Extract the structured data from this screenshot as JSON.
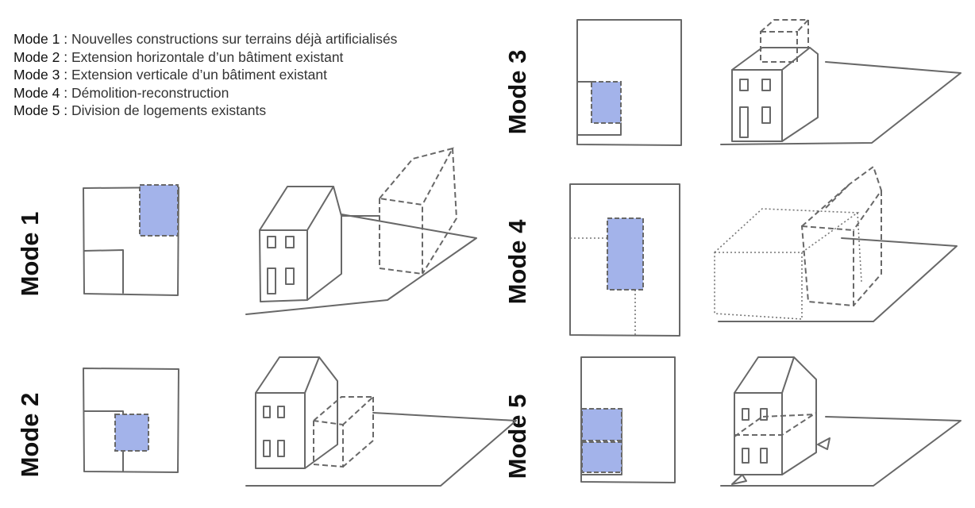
{
  "legend": [
    {
      "mode": "Mode 1 :",
      "description": "Nouvelles constructions sur terrains déjà artificialisés"
    },
    {
      "mode": "Mode 2 :",
      "description": "Extension horizontale d’un bâtiment existant"
    },
    {
      "mode": "Mode 3 :",
      "description": "Extension verticale d’un bâtiment existant"
    },
    {
      "mode": "Mode 4 :",
      "description": "Démolition-reconstruction"
    },
    {
      "mode": "Mode 5 :",
      "description": "Division de logements existants"
    }
  ],
  "labels": [
    "Mode 1",
    "Mode 2",
    "Mode 3",
    "Mode 4",
    "Mode 5"
  ],
  "colors": {
    "highlight": "#a3b3ea",
    "stroke": "#686868"
  }
}
